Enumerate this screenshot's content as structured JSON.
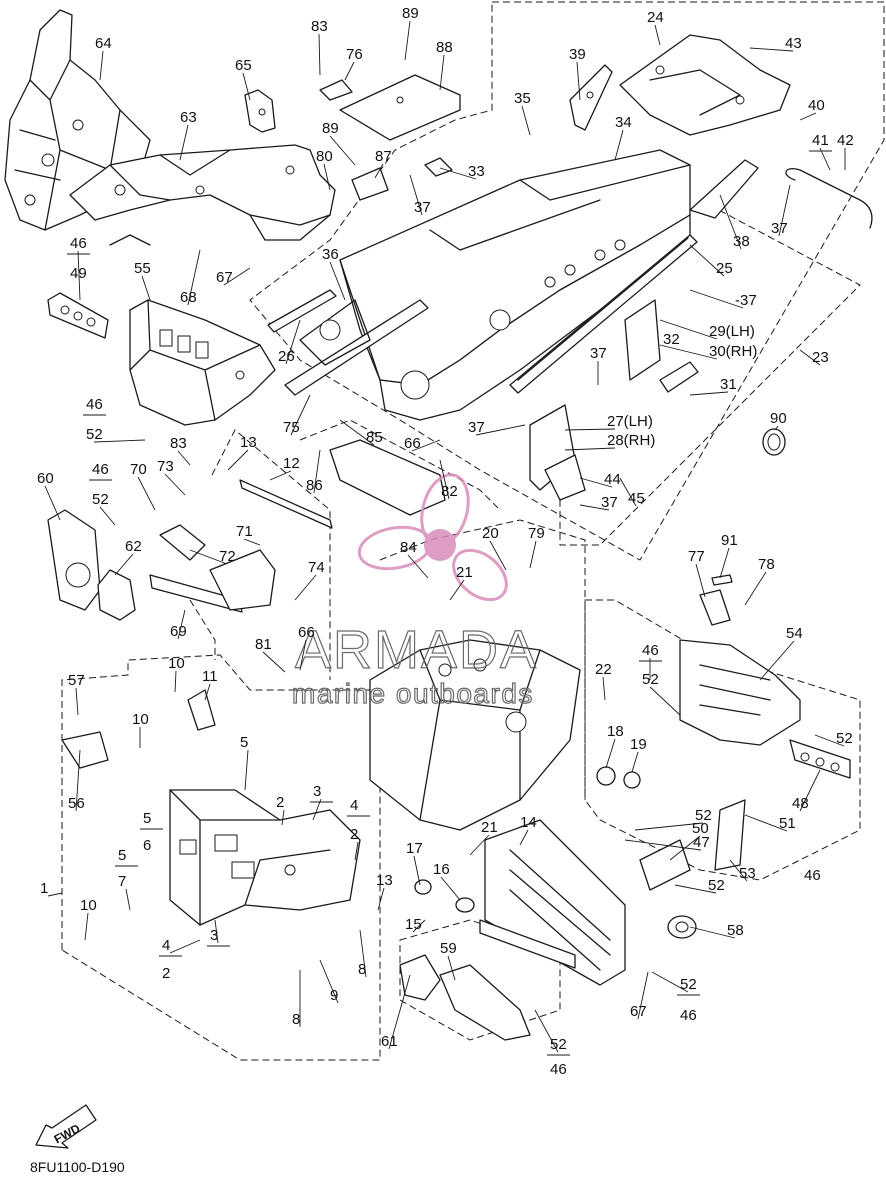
{
  "diagram": {
    "code": "8FU1100-D190",
    "direction_label": "FWD",
    "watermark": {
      "brand": "ARMADA",
      "tagline": "marine outboards",
      "accent_color": "#d98cb8",
      "text_color": "#6a6a6a"
    },
    "callouts": [
      {
        "id": "c1",
        "label": "1"
      },
      {
        "id": "c2a",
        "label": "2"
      },
      {
        "id": "c2b",
        "label": "2"
      },
      {
        "id": "c2c",
        "label": "2"
      },
      {
        "id": "c3a",
        "label": "3"
      },
      {
        "id": "c3b",
        "label": "3"
      },
      {
        "id": "c4a",
        "label": "4"
      },
      {
        "id": "c4b",
        "label": "4"
      },
      {
        "id": "c5a",
        "label": "5"
      },
      {
        "id": "c5b",
        "label": "5"
      },
      {
        "id": "c5c",
        "label": "5"
      },
      {
        "id": "c6",
        "label": "6"
      },
      {
        "id": "c7",
        "label": "7"
      },
      {
        "id": "c8a",
        "label": "8"
      },
      {
        "id": "c8b",
        "label": "8"
      },
      {
        "id": "c9",
        "label": "9"
      },
      {
        "id": "c10a",
        "label": "10"
      },
      {
        "id": "c10b",
        "label": "10"
      },
      {
        "id": "c10c",
        "label": "10"
      },
      {
        "id": "c11",
        "label": "11"
      },
      {
        "id": "c12",
        "label": "12"
      },
      {
        "id": "c13a",
        "label": "13"
      },
      {
        "id": "c13b",
        "label": "13"
      },
      {
        "id": "c14",
        "label": "14"
      },
      {
        "id": "c15",
        "label": "15"
      },
      {
        "id": "c16",
        "label": "16"
      },
      {
        "id": "c17",
        "label": "17"
      },
      {
        "id": "c18",
        "label": "18"
      },
      {
        "id": "c19",
        "label": "19"
      },
      {
        "id": "c20",
        "label": "20"
      },
      {
        "id": "c21a",
        "label": "21"
      },
      {
        "id": "c21b",
        "label": "21"
      },
      {
        "id": "c22",
        "label": "22"
      },
      {
        "id": "c23",
        "label": "23"
      },
      {
        "id": "c24",
        "label": "24"
      },
      {
        "id": "c25",
        "label": "25"
      },
      {
        "id": "c26",
        "label": "26"
      },
      {
        "id": "c27",
        "label": "27(LH)"
      },
      {
        "id": "c28",
        "label": "28(RH)"
      },
      {
        "id": "c29",
        "label": "29(LH)"
      },
      {
        "id": "c30",
        "label": "30(RH)"
      },
      {
        "id": "c31",
        "label": "31"
      },
      {
        "id": "c32",
        "label": "32"
      },
      {
        "id": "c33",
        "label": "33"
      },
      {
        "id": "c34",
        "label": "34"
      },
      {
        "id": "c35",
        "label": "35"
      },
      {
        "id": "c36",
        "label": "36"
      },
      {
        "id": "c37a",
        "label": "37"
      },
      {
        "id": "c37b",
        "label": "37"
      },
      {
        "id": "c37c",
        "label": "-37"
      },
      {
        "id": "c37d",
        "label": "37"
      },
      {
        "id": "c37e",
        "label": "37"
      },
      {
        "id": "c37f",
        "label": "37"
      },
      {
        "id": "c38",
        "label": "38"
      },
      {
        "id": "c39",
        "label": "39"
      },
      {
        "id": "c40",
        "label": "40"
      },
      {
        "id": "c41",
        "label": "41"
      },
      {
        "id": "c42",
        "label": "42"
      },
      {
        "id": "c43",
        "label": "43"
      },
      {
        "id": "c44",
        "label": "44"
      },
      {
        "id": "c45",
        "label": "45"
      },
      {
        "id": "c46a",
        "label": "46"
      },
      {
        "id": "c46b",
        "label": "46"
      },
      {
        "id": "c46c",
        "label": "46"
      },
      {
        "id": "c46d",
        "label": "46"
      },
      {
        "id": "c46e",
        "label": "46"
      },
      {
        "id": "c46f",
        "label": "46"
      },
      {
        "id": "c46g",
        "label": "46"
      },
      {
        "id": "c47",
        "label": "47"
      },
      {
        "id": "c48",
        "label": "48"
      },
      {
        "id": "c49",
        "label": "49"
      },
      {
        "id": "c50",
        "label": "50"
      },
      {
        "id": "c51",
        "label": "51"
      },
      {
        "id": "c52a",
        "label": "52"
      },
      {
        "id": "c52b",
        "label": "52"
      },
      {
        "id": "c52c",
        "label": "52"
      },
      {
        "id": "c52d",
        "label": "52"
      },
      {
        "id": "c52e",
        "label": "52"
      },
      {
        "id": "c52f",
        "label": "52"
      },
      {
        "id": "c52g",
        "label": "52"
      },
      {
        "id": "c52h",
        "label": "52"
      },
      {
        "id": "c53",
        "label": "53"
      },
      {
        "id": "c54",
        "label": "54"
      },
      {
        "id": "c55",
        "label": "55"
      },
      {
        "id": "c56",
        "label": "56"
      },
      {
        "id": "c57",
        "label": "57"
      },
      {
        "id": "c58",
        "label": "58"
      },
      {
        "id": "c59",
        "label": "59"
      },
      {
        "id": "c60",
        "label": "60"
      },
      {
        "id": "c61",
        "label": "61"
      },
      {
        "id": "c62",
        "label": "62"
      },
      {
        "id": "c63",
        "label": "63"
      },
      {
        "id": "c64",
        "label": "64"
      },
      {
        "id": "c65",
        "label": "65"
      },
      {
        "id": "c66a",
        "label": "66"
      },
      {
        "id": "c66b",
        "label": "66"
      },
      {
        "id": "c67a",
        "label": "67"
      },
      {
        "id": "c67b",
        "label": "67"
      },
      {
        "id": "c68",
        "label": "68"
      },
      {
        "id": "c69",
        "label": "69"
      },
      {
        "id": "c70",
        "label": "70"
      },
      {
        "id": "c71",
        "label": "71"
      },
      {
        "id": "c72",
        "label": "72"
      },
      {
        "id": "c73",
        "label": "73"
      },
      {
        "id": "c74",
        "label": "74"
      },
      {
        "id": "c75",
        "label": "75"
      },
      {
        "id": "c76",
        "label": "76"
      },
      {
        "id": "c77",
        "label": "77"
      },
      {
        "id": "c78",
        "label": "78"
      },
      {
        "id": "c79",
        "label": "79"
      },
      {
        "id": "c80",
        "label": "80"
      },
      {
        "id": "c81",
        "label": "81"
      },
      {
        "id": "c82",
        "label": "82"
      },
      {
        "id": "c83a",
        "label": "83"
      },
      {
        "id": "c83b",
        "label": "83"
      },
      {
        "id": "c84",
        "label": "84"
      },
      {
        "id": "c85",
        "label": "85"
      },
      {
        "id": "c86",
        "label": "86"
      },
      {
        "id": "c87",
        "label": "87"
      },
      {
        "id": "c88",
        "label": "88"
      },
      {
        "id": "c89a",
        "label": "89"
      },
      {
        "id": "c89b",
        "label": "89"
      },
      {
        "id": "c90",
        "label": "90"
      },
      {
        "id": "c91",
        "label": "91"
      }
    ]
  }
}
